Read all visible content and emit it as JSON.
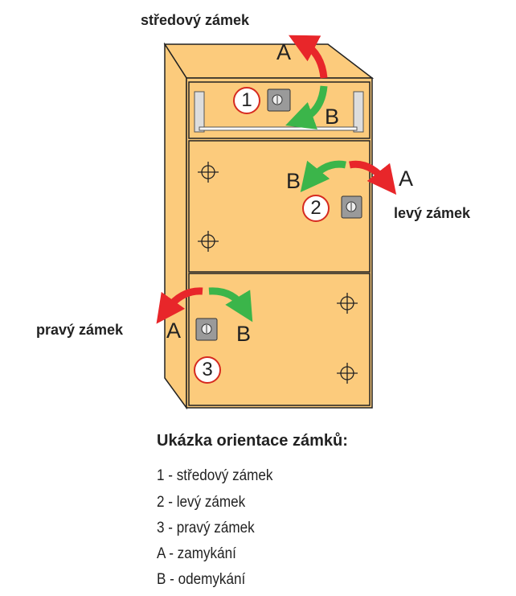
{
  "labels": {
    "center": "středový zámek",
    "left": "levý zámek",
    "right": "pravý zámek"
  },
  "markers": {
    "one": "1",
    "two": "2",
    "three": "3",
    "a": "A",
    "b": "B"
  },
  "legend": {
    "title": "Ukázka orientace zámků:",
    "items": [
      "1 - středový zámek",
      "2 - levý zámek",
      "3 - pravý zámek",
      "A - zamykání",
      "B - odemykání"
    ]
  },
  "colors": {
    "cabinet": "#fccb7c",
    "lock_arrow": "#e8262a",
    "unlock_arrow": "#3bb54a"
  }
}
